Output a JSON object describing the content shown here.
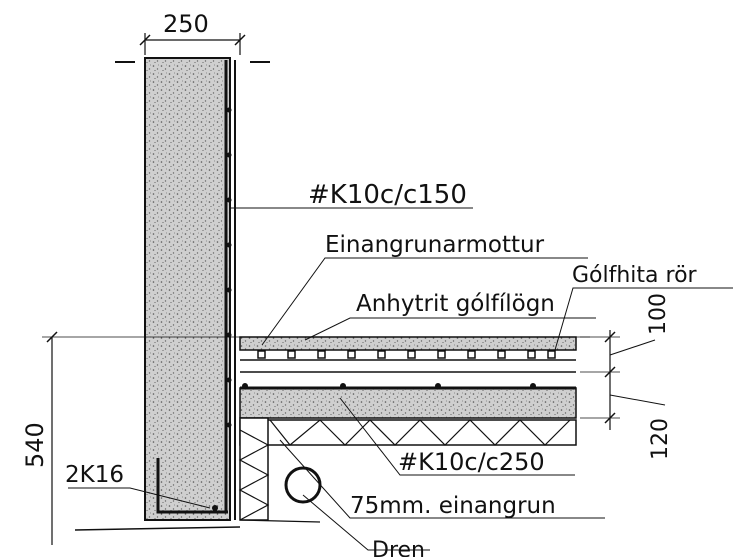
{
  "labels": {
    "wall_width": "250",
    "wall_rebar": "#K10c/c150",
    "insulation_mat": "Einangrunarmottur",
    "floor_heating_pipes": "Gólfhita rör",
    "anhydrite_screed": "Anhytrit gólfílögn",
    "screed_thickness": "100",
    "slab_thickness": "120",
    "footing_height": "540",
    "corner_bars": "2K16",
    "slab_rebar": "#K10c/c250",
    "insulation_75": "75mm. einangrun",
    "drain": "Dren"
  },
  "colors": {
    "line": "#111111",
    "concrete": "#c9c9c9",
    "background": "#ffffff"
  }
}
